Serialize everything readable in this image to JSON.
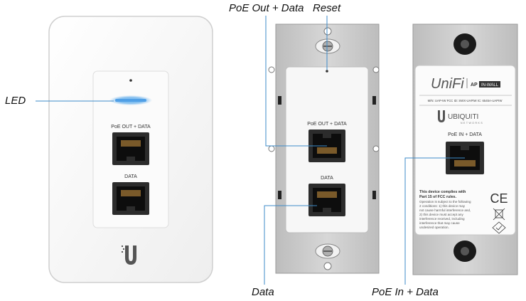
{
  "callouts": {
    "led": "LED",
    "poe_out_data": "PoE Out + Data",
    "reset": "Reset",
    "data": "Data",
    "poe_in_data": "PoE In  + Data"
  },
  "front_panel": {
    "port1_label": "PoE OUT + DATA",
    "port2_label": "DATA",
    "logo_glyph": "U"
  },
  "mid_panel": {
    "port1_label": "PoE OUT + DATA",
    "port2_label": "DATA"
  },
  "back_panel": {
    "brand": "UniFi",
    "product_prefix": "AP",
    "product_badge": "IN-WALL",
    "model_line": "M/N: UAP-IW   FCC ID: SWX-UAPIW   IC: 6545A-UAPIW",
    "company": "UBIQUITI",
    "company_sub": "NETWORKS",
    "port_label": "PoE IN + DATA",
    "compliance_title_1": "This device complies with",
    "compliance_title_2": "Part 15 of FCC rules.",
    "compliance_lines": [
      "Operation is subject to the following",
      "2 conditions: 1) this device may",
      "not cause harmful interference and,",
      "2) this device must accept any",
      "interference received, including",
      "interference that may cause",
      "undesired operation."
    ],
    "ce_mark": "CE"
  },
  "colors": {
    "callout_line": "#3d8bc9",
    "led_glow": "#5aa9ea",
    "panel_white": "#fafafa",
    "plate_grey": "#c9c9c9"
  }
}
